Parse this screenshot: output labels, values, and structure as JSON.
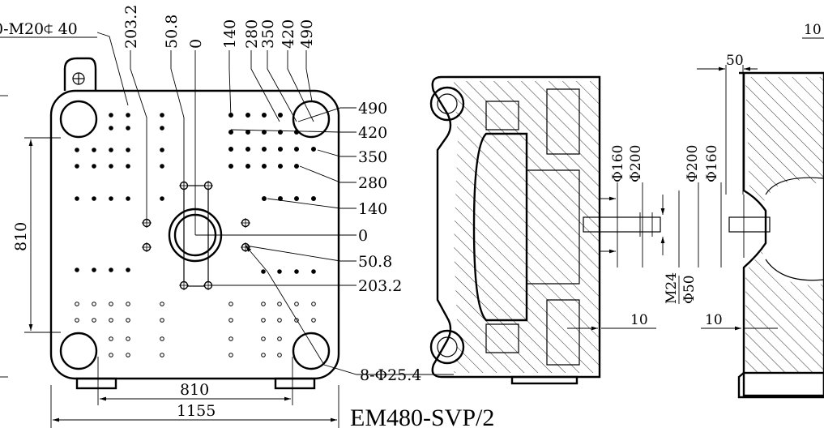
{
  "model_title": "EM480-SVP/2",
  "front_view": {
    "thread_note": "0-M20⍧ 40",
    "top_dims": [
      "203.2",
      "50.8",
      "0",
      "140",
      "280",
      "350",
      "420",
      "490"
    ],
    "right_dims": [
      "490",
      "420",
      "350",
      "280",
      "140",
      "0",
      "50.8",
      "203.2"
    ],
    "height_inner": "810",
    "width_inner": "810",
    "width_outer": "1155",
    "tiebar_note": "8-Φ25.4"
  },
  "side_view": {
    "dim_phi160_a": "Φ160",
    "dim_phi200_a": "Φ200",
    "dim_phi200_b": "Φ200",
    "dim_phi160_b": "Φ160",
    "dim_m24": "M24",
    "dim_phi50": "Φ50",
    "dim_10_left": "10",
    "dim_10_right": "10",
    "dim_50": "50",
    "dim_10_top": "10"
  }
}
